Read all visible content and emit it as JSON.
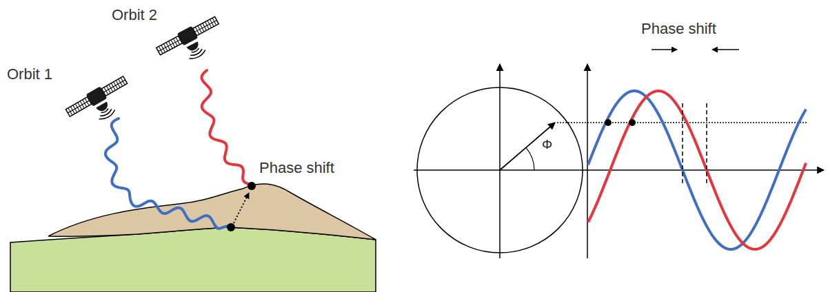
{
  "diagram": {
    "labels": [
      "Orbit 1",
      "Orbit 2",
      "Phase shift",
      "Phase shift",
      "Φ"
    ]
  }
}
